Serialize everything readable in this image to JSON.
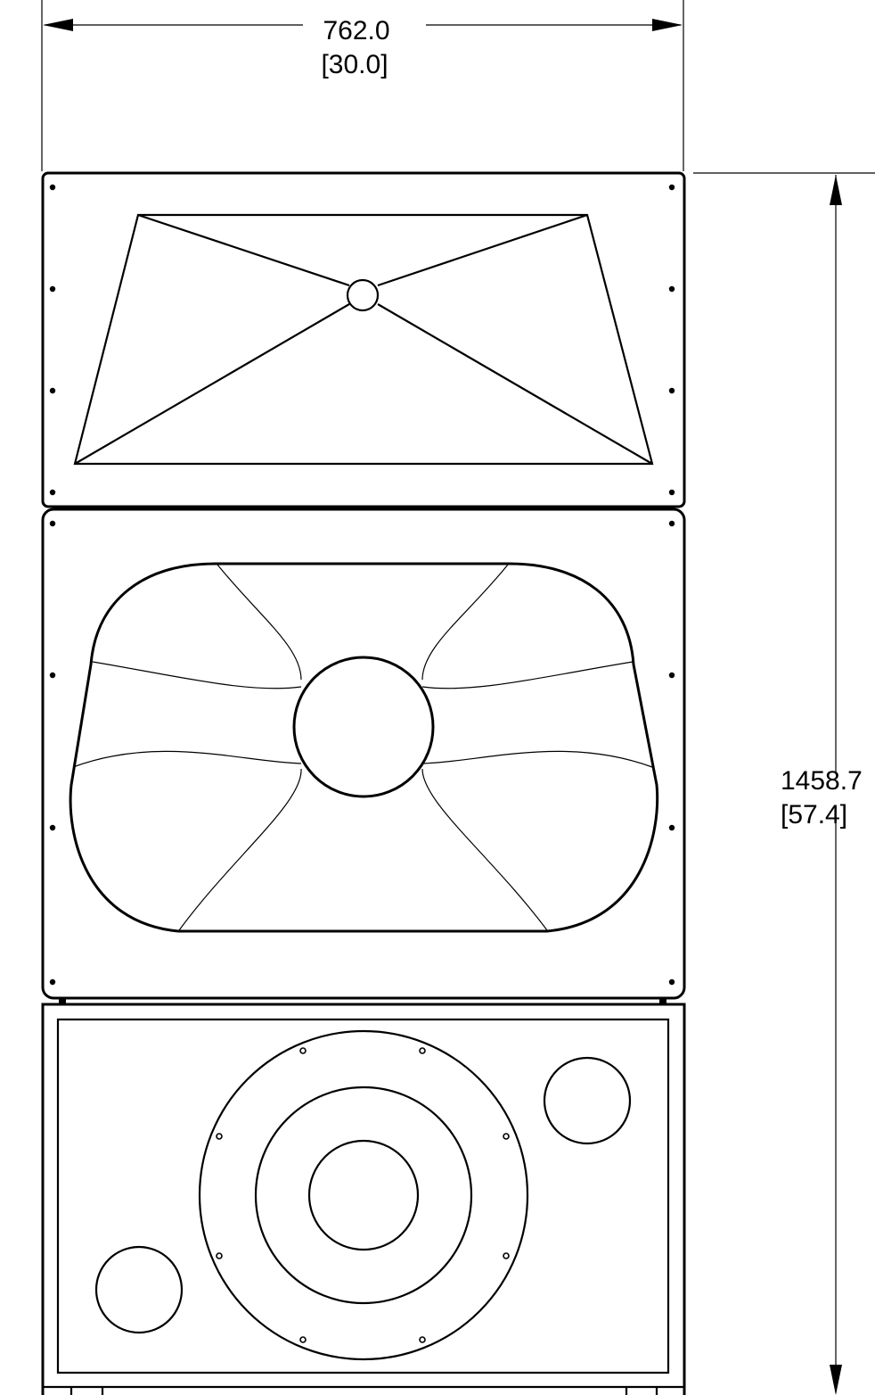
{
  "dimensions": {
    "width": {
      "value": "762.0",
      "imperial": "[30.0]"
    },
    "height": {
      "value": "1458.7",
      "imperial": "[57.4]"
    }
  },
  "colors": {
    "line": "#000000",
    "background": "#ffffff"
  }
}
